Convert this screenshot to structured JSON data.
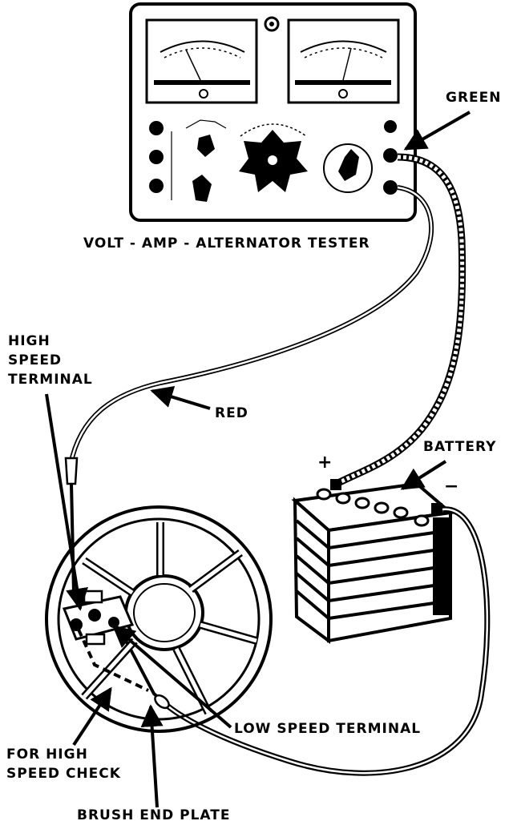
{
  "labels": {
    "green": "GREEN",
    "tester": "VOLT - AMP - ALTERNATOR TESTER",
    "high_speed_terminal": [
      "HIGH",
      "SPEED",
      "TERMINAL"
    ],
    "red": "RED",
    "battery": "BATTERY",
    "plus": "+",
    "minus": "−",
    "low_speed_terminal": "LOW SPEED TERMINAL",
    "for_high_speed_check": [
      "FOR HIGH",
      "SPEED CHECK"
    ],
    "brush_end_plate": "BRUSH END PLATE"
  }
}
